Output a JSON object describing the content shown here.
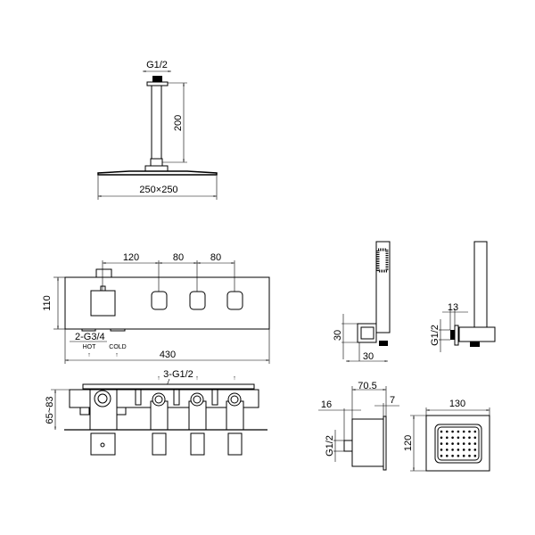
{
  "shower_head": {
    "thread": "G1/2",
    "arm_length": "200",
    "head_size": "250×250"
  },
  "thermostat_front": {
    "height": "110",
    "spacing_1": "120",
    "spacing_2": "80",
    "spacing_3": "80",
    "inlets": "2-G3/4",
    "hot_label": "HOT",
    "cold_label": "COLD",
    "width": "430"
  },
  "thermostat_top": {
    "outlets": "3-G1/2",
    "depth": "65~83"
  },
  "hand_shower": {
    "bracket_height": "30",
    "bracket_width": "30"
  },
  "hand_shower_side": {
    "offset": "13",
    "thread": "G1/2"
  },
  "body_jet_side": {
    "depth": "70.5",
    "plate": "7",
    "connector": "16",
    "thread": "G1/2"
  },
  "body_jet_front": {
    "width": "130",
    "height": "120"
  }
}
